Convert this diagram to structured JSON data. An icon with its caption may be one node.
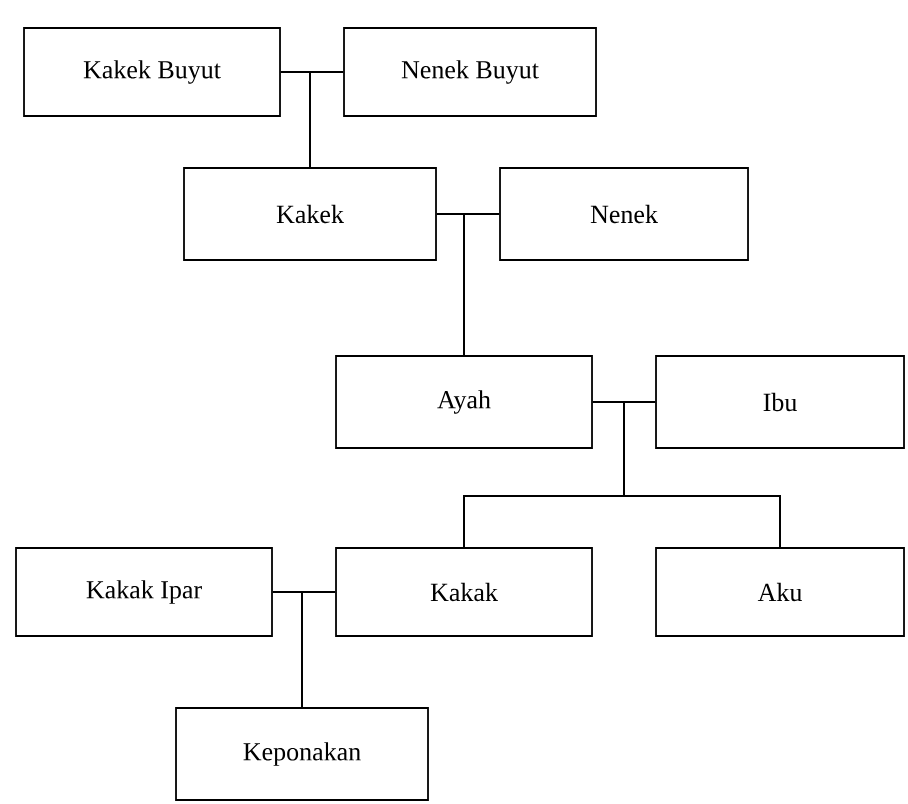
{
  "diagram": {
    "nodes": [
      {
        "text": [
          "Kakek Buyut"
        ]
      },
      {
        "text": [
          "Nenek Buyut"
        ]
      },
      {
        "text": [
          "Kakek"
        ]
      },
      {
        "text": [
          "Nenek"
        ]
      },
      {
        "text": [
          "Ayah"
        ]
      },
      {
        "text": [
          "Ibu"
        ]
      },
      {
        "text": [
          "Kakak Ipar"
        ]
      },
      {
        "text": [
          "Kakak"
        ]
      },
      {
        "text": [
          "Aku"
        ]
      },
      {
        "text": [
          "Keponakan"
        ]
      }
    ],
    "edges": [
      {
        "from": 0,
        "to": 1,
        "arrow": "none"
      },
      {
        "from": 0,
        "to": 2,
        "arrow": "none"
      },
      {
        "from": 1,
        "to": 2,
        "arrow": "none"
      },
      {
        "from": 2,
        "to": 3,
        "arrow": "none"
      },
      {
        "from": 2,
        "to": 4,
        "arrow": "none"
      },
      {
        "from": 3,
        "to": 4,
        "arrow": "none"
      },
      {
        "from": 4,
        "to": 5,
        "arrow": "none"
      },
      {
        "from": 4,
        "to": 7,
        "arrow": "none"
      },
      {
        "from": 5,
        "to": 7,
        "arrow": "none"
      },
      {
        "from": 4,
        "to": 8,
        "arrow": "none"
      },
      {
        "from": 5,
        "to": 8,
        "arrow": "none"
      },
      {
        "from": 6,
        "to": 7,
        "arrow": "none"
      },
      {
        "from": 6,
        "to": 9,
        "arrow": "none"
      },
      {
        "from": 7,
        "to": 9,
        "arrow": "none"
      }
    ]
  }
}
